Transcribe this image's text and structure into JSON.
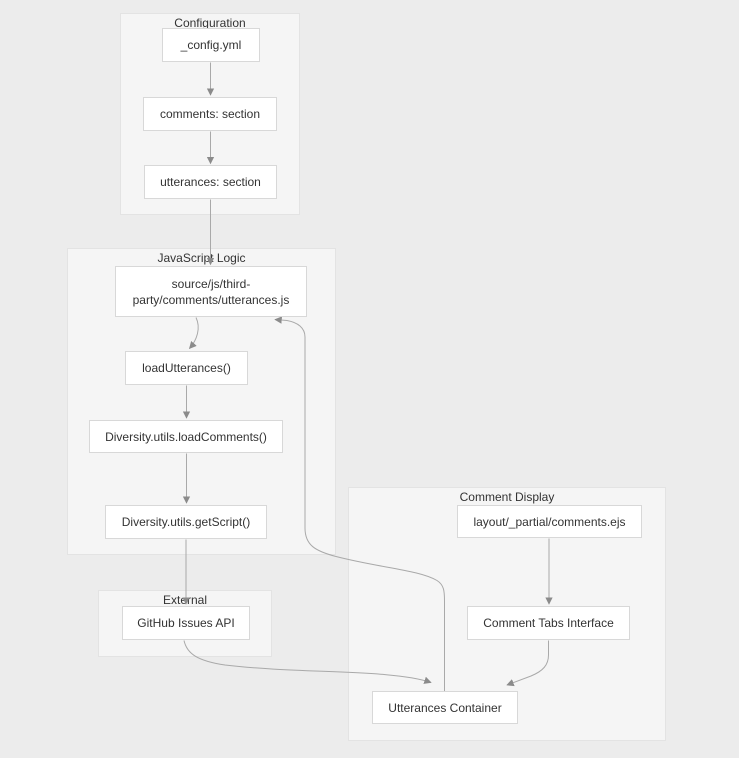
{
  "diagram": {
    "type": "flowchart",
    "direction": "top-down"
  },
  "subgraphs": {
    "configuration": {
      "title": "Configuration"
    },
    "javascript_logic": {
      "title": "JavaScript Logic"
    },
    "external": {
      "title": "External"
    },
    "comment_display": {
      "title": "Comment Display"
    }
  },
  "nodes": {
    "config_yml": {
      "label": "_config.yml"
    },
    "comments_section": {
      "label": "comments: section"
    },
    "utterances_section": {
      "label": "utterances: section"
    },
    "utterances_js": {
      "label": "source/js/third-party/comments/utterances.js",
      "label_lines": [
        "source/js/third-",
        "party/comments/utterances.js"
      ]
    },
    "load_utterances": {
      "label": "loadUtterances()"
    },
    "load_comments": {
      "label": "Diversity.utils.loadComments()"
    },
    "get_script": {
      "label": "Diversity.utils.getScript()"
    },
    "github_issues_api": {
      "label": "GitHub Issues API"
    },
    "comments_ejs": {
      "label": "layout/_partial/comments.ejs"
    },
    "comment_tabs": {
      "label": "Comment Tabs Interface"
    },
    "utterances_container": {
      "label": "Utterances Container"
    }
  },
  "edges": [
    {
      "from": "config_yml",
      "to": "comments_section"
    },
    {
      "from": "comments_section",
      "to": "utterances_section"
    },
    {
      "from": "utterances_section",
      "to": "utterances_js"
    },
    {
      "from": "utterances_js",
      "to": "load_utterances"
    },
    {
      "from": "load_utterances",
      "to": "load_comments"
    },
    {
      "from": "load_comments",
      "to": "get_script"
    },
    {
      "from": "get_script",
      "to": "github_issues_api"
    },
    {
      "from": "github_issues_api",
      "to": "utterances_container"
    },
    {
      "from": "comments_ejs",
      "to": "comment_tabs"
    },
    {
      "from": "comment_tabs",
      "to": "utterances_container"
    },
    {
      "from": "utterances_container",
      "to": "utterances_js"
    }
  ],
  "colors": {
    "background": "#ececec",
    "subgraph_fill": "#f5f5f5",
    "subgraph_border": "#e3e3e3",
    "node_fill": "#ffffff",
    "node_border": "#d8d8d8",
    "edge": "#a9a9a9",
    "arrowhead": "#8b8b8b",
    "text": "#333333"
  }
}
